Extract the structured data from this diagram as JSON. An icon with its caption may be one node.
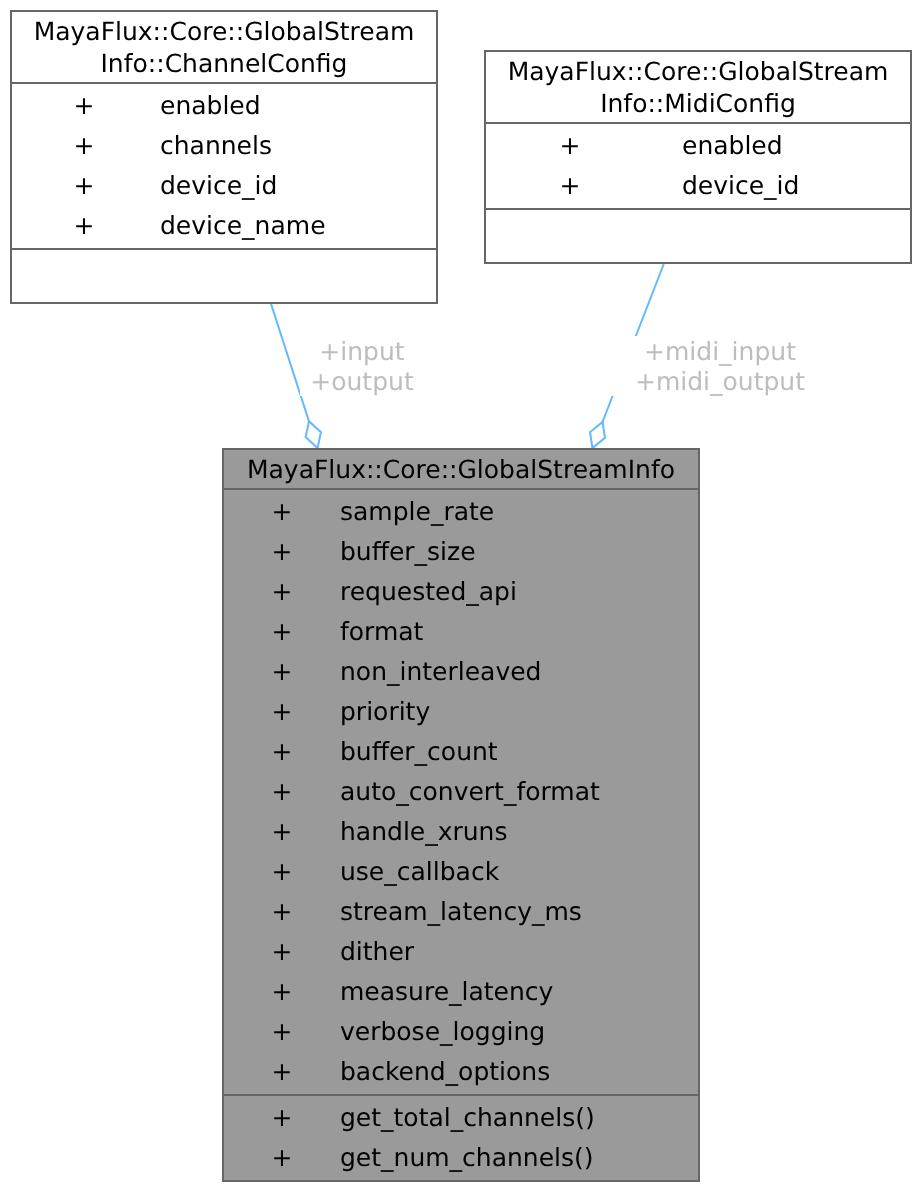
{
  "diagram": {
    "nodes": [
      {
        "text": [
          "MayaFlux::Core::GlobalStream Info::ChannelConfig",
          "+ enabled",
          "+ channels",
          "+ device_id",
          "+ device_name"
        ]
      },
      {
        "text": [
          "MayaFlux::Core::GlobalStream Info::MidiConfig",
          "+ enabled",
          "+ device_id"
        ]
      },
      {
        "text": [
          "MayaFlux::Core::GlobalStreamInfo",
          "+ sample_rate",
          "+ buffer_size",
          "+ requested_api",
          "+ format",
          "+ non_interleaved",
          "+ priority",
          "+ buffer_count",
          "+ auto_convert_format",
          "+ handle_xruns",
          "+ use_callback",
          "+ stream_latency_ms",
          "+ dither",
          "+ measure_latency",
          "+ verbose_logging",
          "+ backend_options",
          "+ get_total_channels()",
          "+ get_num_channels()"
        ]
      }
    ],
    "edges": [
      {
        "from": 0,
        "to": 2,
        "arrow": "other",
        "label": "+input +output"
      },
      {
        "from": 1,
        "to": 2,
        "arrow": "other",
        "label": "+midi_input +midi_output"
      }
    ]
  }
}
